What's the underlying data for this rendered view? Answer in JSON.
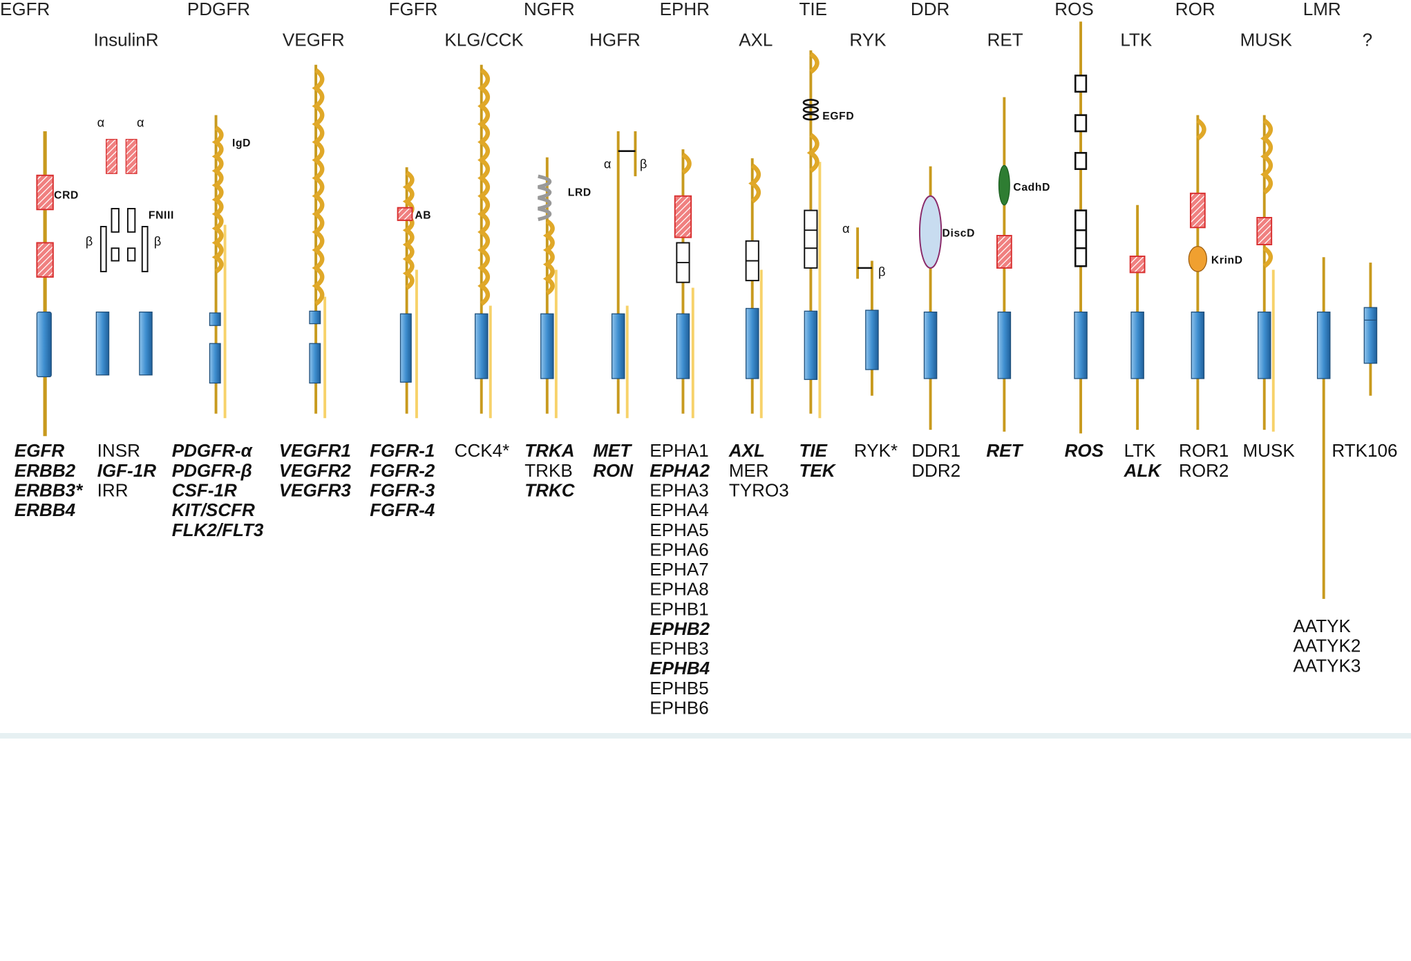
{
  "families_top": [
    {
      "id": "egfr",
      "label": "EGFR"
    },
    {
      "id": "pdgfr",
      "label": "PDGFR"
    },
    {
      "id": "fgfr",
      "label": "FGFR"
    },
    {
      "id": "ngfr",
      "label": "NGFR"
    },
    {
      "id": "ephr",
      "label": "EPHR"
    },
    {
      "id": "tie",
      "label": "TIE"
    },
    {
      "id": "ddr",
      "label": "DDR"
    },
    {
      "id": "ros",
      "label": "ROS"
    },
    {
      "id": "ror",
      "label": "ROR"
    },
    {
      "id": "lmr",
      "label": "LMR"
    }
  ],
  "families_bottom": [
    {
      "id": "insulinr",
      "label": "InsulinR"
    },
    {
      "id": "vegfr",
      "label": "VEGFR"
    },
    {
      "id": "klgcck",
      "label": "KLG/CCK"
    },
    {
      "id": "hgfr",
      "label": "HGFR"
    },
    {
      "id": "axl",
      "label": "AXL"
    },
    {
      "id": "ryk",
      "label": "RYK"
    },
    {
      "id": "ret",
      "label": "RET"
    },
    {
      "id": "ltk",
      "label": "LTK"
    },
    {
      "id": "musk",
      "label": "MUSK"
    },
    {
      "id": "unknown",
      "label": "?"
    }
  ],
  "domains": {
    "crd": "CRD",
    "fniii": "FNIII",
    "igd": "IgD",
    "ab": "AB",
    "lrd": "LRD",
    "egfd": "EGFD",
    "discd": "DiscD",
    "cadhd": "CadhD",
    "krind": "KrinD"
  },
  "greek": {
    "alpha": "α",
    "beta": "β"
  },
  "gene_lists": [
    {
      "id": "egfr",
      "genes": [
        {
          "t": "EGFR",
          "b": true
        },
        {
          "t": "ERBB2",
          "b": true
        },
        {
          "t": "ERBB3*",
          "b": true
        },
        {
          "t": "ERBB4",
          "b": true
        }
      ]
    },
    {
      "id": "insulinr",
      "genes": [
        {
          "t": "INSR",
          "b": false
        },
        {
          "t": "IGF-1R",
          "b": true
        },
        {
          "t": "IRR",
          "b": false
        }
      ]
    },
    {
      "id": "pdgfr",
      "genes": [
        {
          "t": "PDGFR-α",
          "b": true
        },
        {
          "t": "PDGFR-β",
          "b": true
        },
        {
          "t": "CSF-1R",
          "b": true
        },
        {
          "t": "KIT/SCFR",
          "b": true
        },
        {
          "t": "FLK2/FLT3",
          "b": true
        }
      ]
    },
    {
      "id": "vegfr",
      "genes": [
        {
          "t": "VEGFR1",
          "b": true
        },
        {
          "t": "VEGFR2",
          "b": true
        },
        {
          "t": "VEGFR3",
          "b": true
        }
      ]
    },
    {
      "id": "fgfr",
      "genes": [
        {
          "t": "FGFR-1",
          "b": true
        },
        {
          "t": "FGFR-2",
          "b": true
        },
        {
          "t": "FGFR-3",
          "b": true
        },
        {
          "t": "FGFR-4",
          "b": true
        }
      ]
    },
    {
      "id": "klgcck",
      "genes": [
        {
          "t": "CCK4*",
          "b": false
        }
      ]
    },
    {
      "id": "ngfr",
      "genes": [
        {
          "t": "TRKA",
          "b": true
        },
        {
          "t": "TRKB",
          "b": false
        },
        {
          "t": "TRKC",
          "b": true
        }
      ]
    },
    {
      "id": "hgfr",
      "genes": [
        {
          "t": "MET",
          "b": true
        },
        {
          "t": "RON",
          "b": true
        }
      ]
    },
    {
      "id": "ephr",
      "genes": [
        {
          "t": "EPHA1",
          "b": false
        },
        {
          "t": "EPHA2",
          "b": true
        },
        {
          "t": "EPHA3",
          "b": false
        },
        {
          "t": "EPHA4",
          "b": false
        },
        {
          "t": "EPHA5",
          "b": false
        },
        {
          "t": "EPHA6",
          "b": false
        },
        {
          "t": "EPHA7",
          "b": false
        },
        {
          "t": "EPHA8",
          "b": false
        },
        {
          "t": "EPHB1",
          "b": false
        },
        {
          "t": "EPHB2",
          "b": true
        },
        {
          "t": "EPHB3",
          "b": false
        },
        {
          "t": "EPHB4",
          "b": true
        },
        {
          "t": "EPHB5",
          "b": false
        },
        {
          "t": "EPHB6",
          "b": false
        }
      ]
    },
    {
      "id": "axl",
      "genes": [
        {
          "t": "AXL",
          "b": true
        },
        {
          "t": "MER",
          "b": false
        },
        {
          "t": "TYRO3",
          "b": false
        }
      ]
    },
    {
      "id": "tie",
      "genes": [
        {
          "t": "TIE",
          "b": true
        },
        {
          "t": "TEK",
          "b": true
        }
      ]
    },
    {
      "id": "ryk",
      "genes": [
        {
          "t": "RYK*",
          "b": false
        }
      ]
    },
    {
      "id": "ddr",
      "genes": [
        {
          "t": "DDR1",
          "b": false
        },
        {
          "t": "DDR2",
          "b": false
        }
      ]
    },
    {
      "id": "ret",
      "genes": [
        {
          "t": "RET",
          "b": true
        }
      ]
    },
    {
      "id": "ros",
      "genes": [
        {
          "t": "ROS",
          "b": true
        }
      ]
    },
    {
      "id": "ltk",
      "genes": [
        {
          "t": "LTK",
          "b": false
        },
        {
          "t": "ALK",
          "b": true
        }
      ]
    },
    {
      "id": "ror",
      "genes": [
        {
          "t": "ROR1",
          "b": false
        },
        {
          "t": "ROR2",
          "b": false
        }
      ]
    },
    {
      "id": "musk",
      "genes": [
        {
          "t": "MUSK",
          "b": false
        }
      ]
    },
    {
      "id": "rtk106",
      "genes": [
        {
          "t": "RTK106",
          "b": false
        }
      ]
    },
    {
      "id": "lmr",
      "genes": [
        {
          "t": "AATYK",
          "b": false
        },
        {
          "t": "AATYK2",
          "b": false
        },
        {
          "t": "AATYK3",
          "b": false
        }
      ]
    }
  ],
  "colors": {
    "stem": "#c89a1e",
    "stem_shadow": "#f2c84b",
    "kinase": "#3f8fd0",
    "crd": "#d83030",
    "disc": "#c8dcf0",
    "cadh": "#2e7d32",
    "krin": "#f0a030",
    "ig": "#e0a828"
  }
}
